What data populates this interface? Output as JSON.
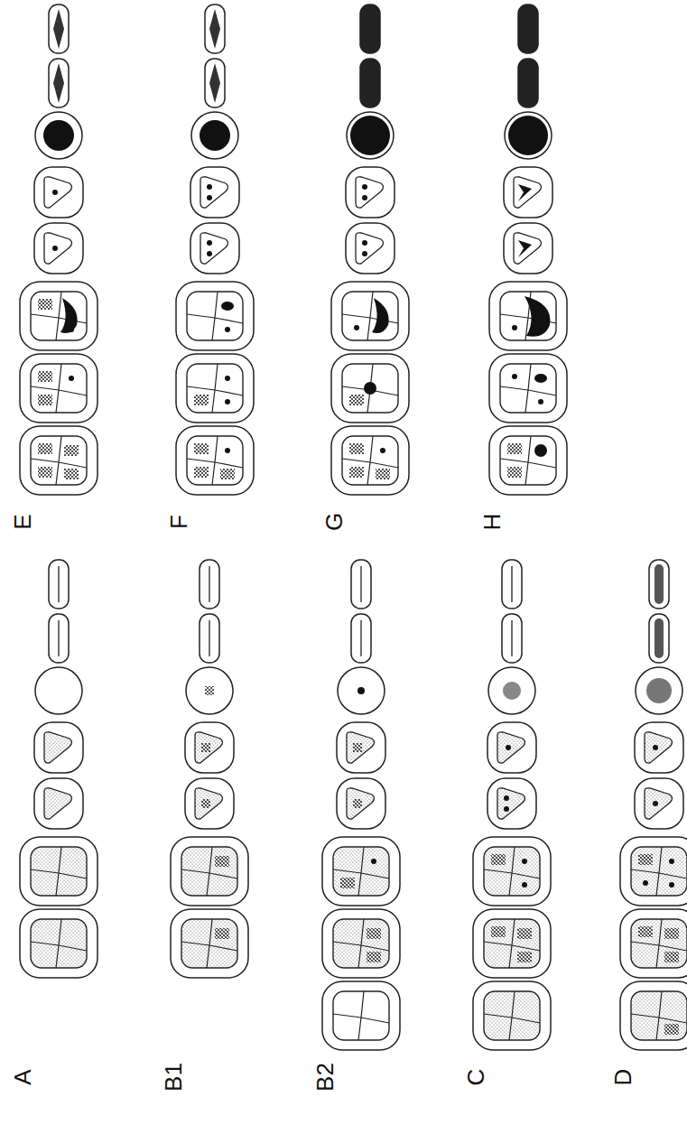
{
  "diagram": {
    "labels": [
      "A",
      "B1",
      "B2",
      "C",
      "D",
      "E",
      "F",
      "G",
      "H"
    ]
  }
}
